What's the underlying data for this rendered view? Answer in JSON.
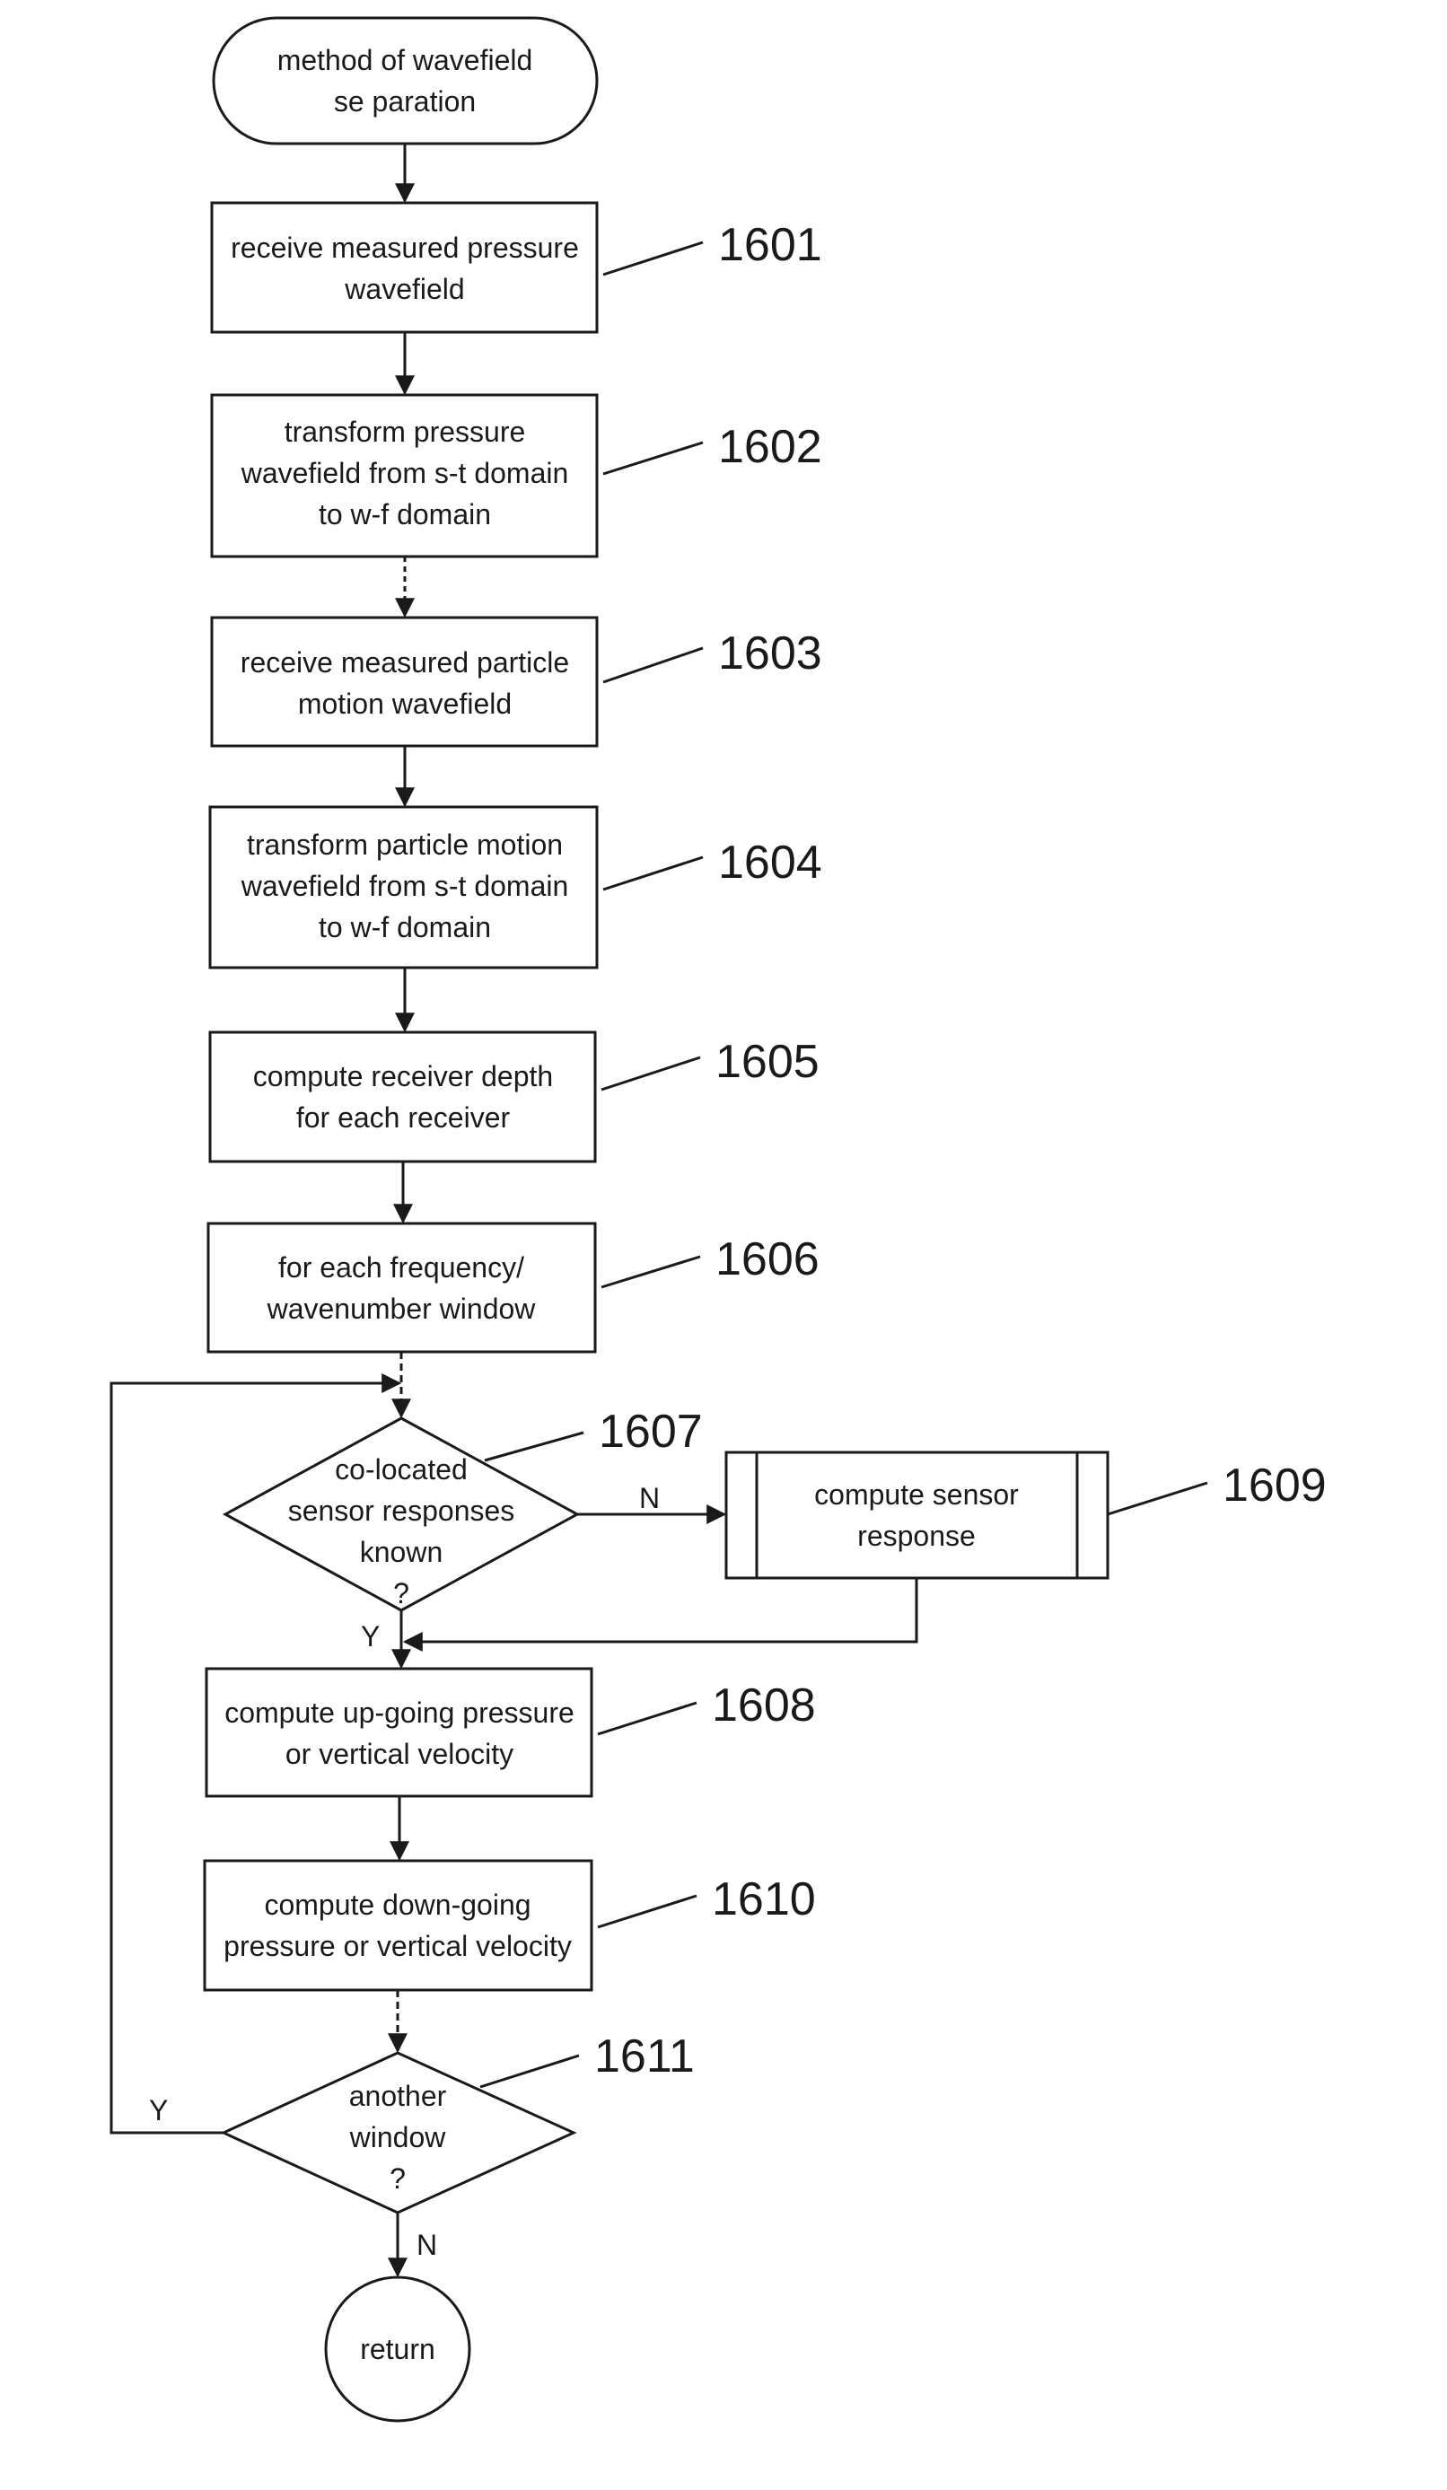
{
  "flowchart": {
    "start": {
      "lines": [
        "method of wavefield",
        "se paration"
      ]
    },
    "steps": {
      "s1601": {
        "lines": [
          "receive measured pressure",
          "wavefield"
        ],
        "ref": "1601"
      },
      "s1602": {
        "lines": [
          "transform pressure",
          "wavefield from s-t domain",
          "to w-f domain"
        ],
        "ref": "1602"
      },
      "s1603": {
        "lines": [
          "receive measured particle",
          "motion wavefield"
        ],
        "ref": "1603"
      },
      "s1604": {
        "lines": [
          "transform particle motion",
          "wavefield from s-t domain",
          "to w-f domain"
        ],
        "ref": "1604"
      },
      "s1605": {
        "lines": [
          "compute receiver depth",
          "for each receiver"
        ],
        "ref": "1605"
      },
      "s1606": {
        "lines": [
          "for each frequency/",
          "wavenumber window"
        ],
        "ref": "1606"
      },
      "s1608": {
        "lines": [
          "compute up-going pressure",
          "or vertical velocity"
        ],
        "ref": "1608"
      },
      "s1610": {
        "lines": [
          "compute down-going",
          "pressure or vertical velocity"
        ],
        "ref": "1610"
      }
    },
    "decisions": {
      "d1607": {
        "lines": [
          "co-located",
          "sensor responses",
          "known",
          "?"
        ],
        "ref": "1607",
        "yes_label": "Y",
        "no_label": "N"
      },
      "d1611": {
        "lines": [
          "another",
          "window",
          "?"
        ],
        "ref": "1611",
        "yes_label": "Y",
        "no_label": "N"
      }
    },
    "subprocess": {
      "s1609": {
        "lines": [
          "compute sensor",
          "response"
        ],
        "ref": "1609"
      }
    },
    "end": {
      "lines": [
        "return"
      ]
    }
  }
}
